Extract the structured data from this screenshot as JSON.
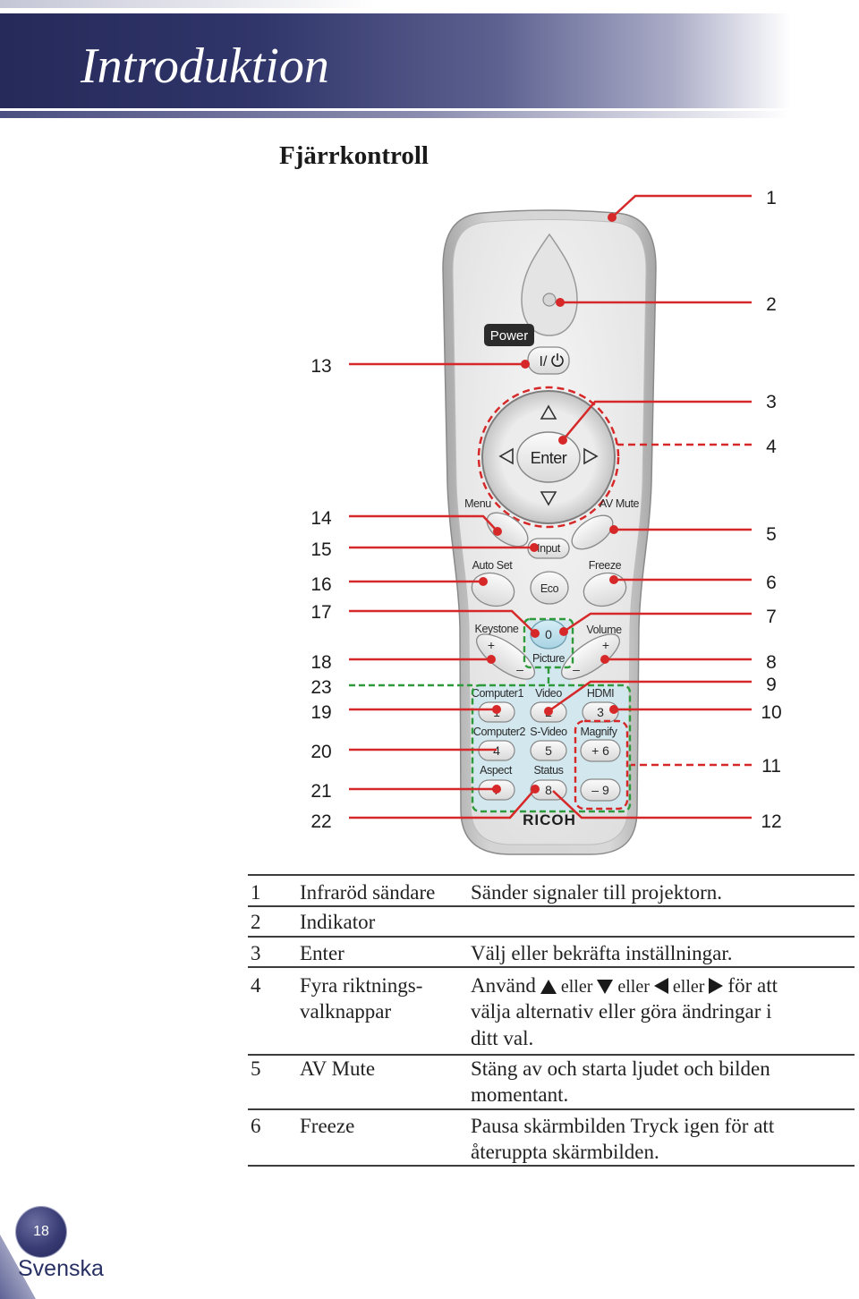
{
  "header": {
    "title": "Introduktion"
  },
  "section_title": "Fjärrkontroll",
  "remote": {
    "power_label": "Power",
    "power_button": "I/",
    "enter": "Enter",
    "menu": "Menu",
    "av_mute": "AV Mute",
    "input": "Input",
    "auto_set": "Auto Set",
    "freeze": "Freeze",
    "eco": "Eco",
    "keystone": "Keystone",
    "zero_key": "0",
    "volume": "Volume",
    "picture": "Picture",
    "plus": "+",
    "minus": "–",
    "computer1": "Computer1",
    "video": "Video",
    "hdmi": "HDMI",
    "computer2": "Computer2",
    "s_video": "S-Video",
    "magnify": "Magnify",
    "aspect": "Aspect",
    "status": "Status",
    "keys": [
      "1",
      "2",
      "3",
      "4",
      "5",
      "+ 6",
      "7",
      "8",
      "– 9"
    ],
    "brand": "RICOH"
  },
  "callouts": {
    "left": [
      "13",
      "14",
      "15",
      "16",
      "17",
      "18",
      "23",
      "19",
      "20",
      "21",
      "22"
    ],
    "right": [
      "1",
      "2",
      "3",
      "4",
      "5",
      "6",
      "7",
      "8",
      "9",
      "10",
      "11",
      "12"
    ]
  },
  "table": {
    "rows": [
      {
        "number": "1",
        "name": [
          "Infraröd sändare"
        ],
        "description": [
          "Sänder signaler till projektorn."
        ]
      },
      {
        "number": "2",
        "name": [
          "Indikator"
        ],
        "description": []
      },
      {
        "number": "3",
        "name": [
          "Enter"
        ],
        "description": [
          "Välj eller bekräfta inställningar."
        ]
      },
      {
        "number": "4",
        "name": [
          "Fyra riktnings-",
          "valknappar"
        ],
        "description_first_line": {
          "start": "Använd",
          "between": "eller",
          "end": "för att",
          "icons": [
            "up-triangle-icon",
            "down-triangle-icon",
            "left-triangle-icon",
            "right-triangle-icon"
          ]
        },
        "description": [
          "välja alternativ eller göra ändringar i",
          "ditt val."
        ]
      },
      {
        "number": "5",
        "name": [
          "AV Mute"
        ],
        "description": [
          "Stäng av och starta ljudet och bilden",
          "momentant."
        ]
      },
      {
        "number": "6",
        "name": [
          "Freeze"
        ],
        "description": [
          "Pausa skärmbilden Tryck igen för att",
          "återuppta skärmbilden."
        ]
      }
    ]
  },
  "footer": {
    "page_number": "18",
    "language": "Svenska"
  },
  "colors": {
    "header_navy": "#262a5a",
    "callout_red": "#d62828",
    "highlight_green": "#2e9a3c",
    "keypad_blue": "#d2e7ee"
  }
}
